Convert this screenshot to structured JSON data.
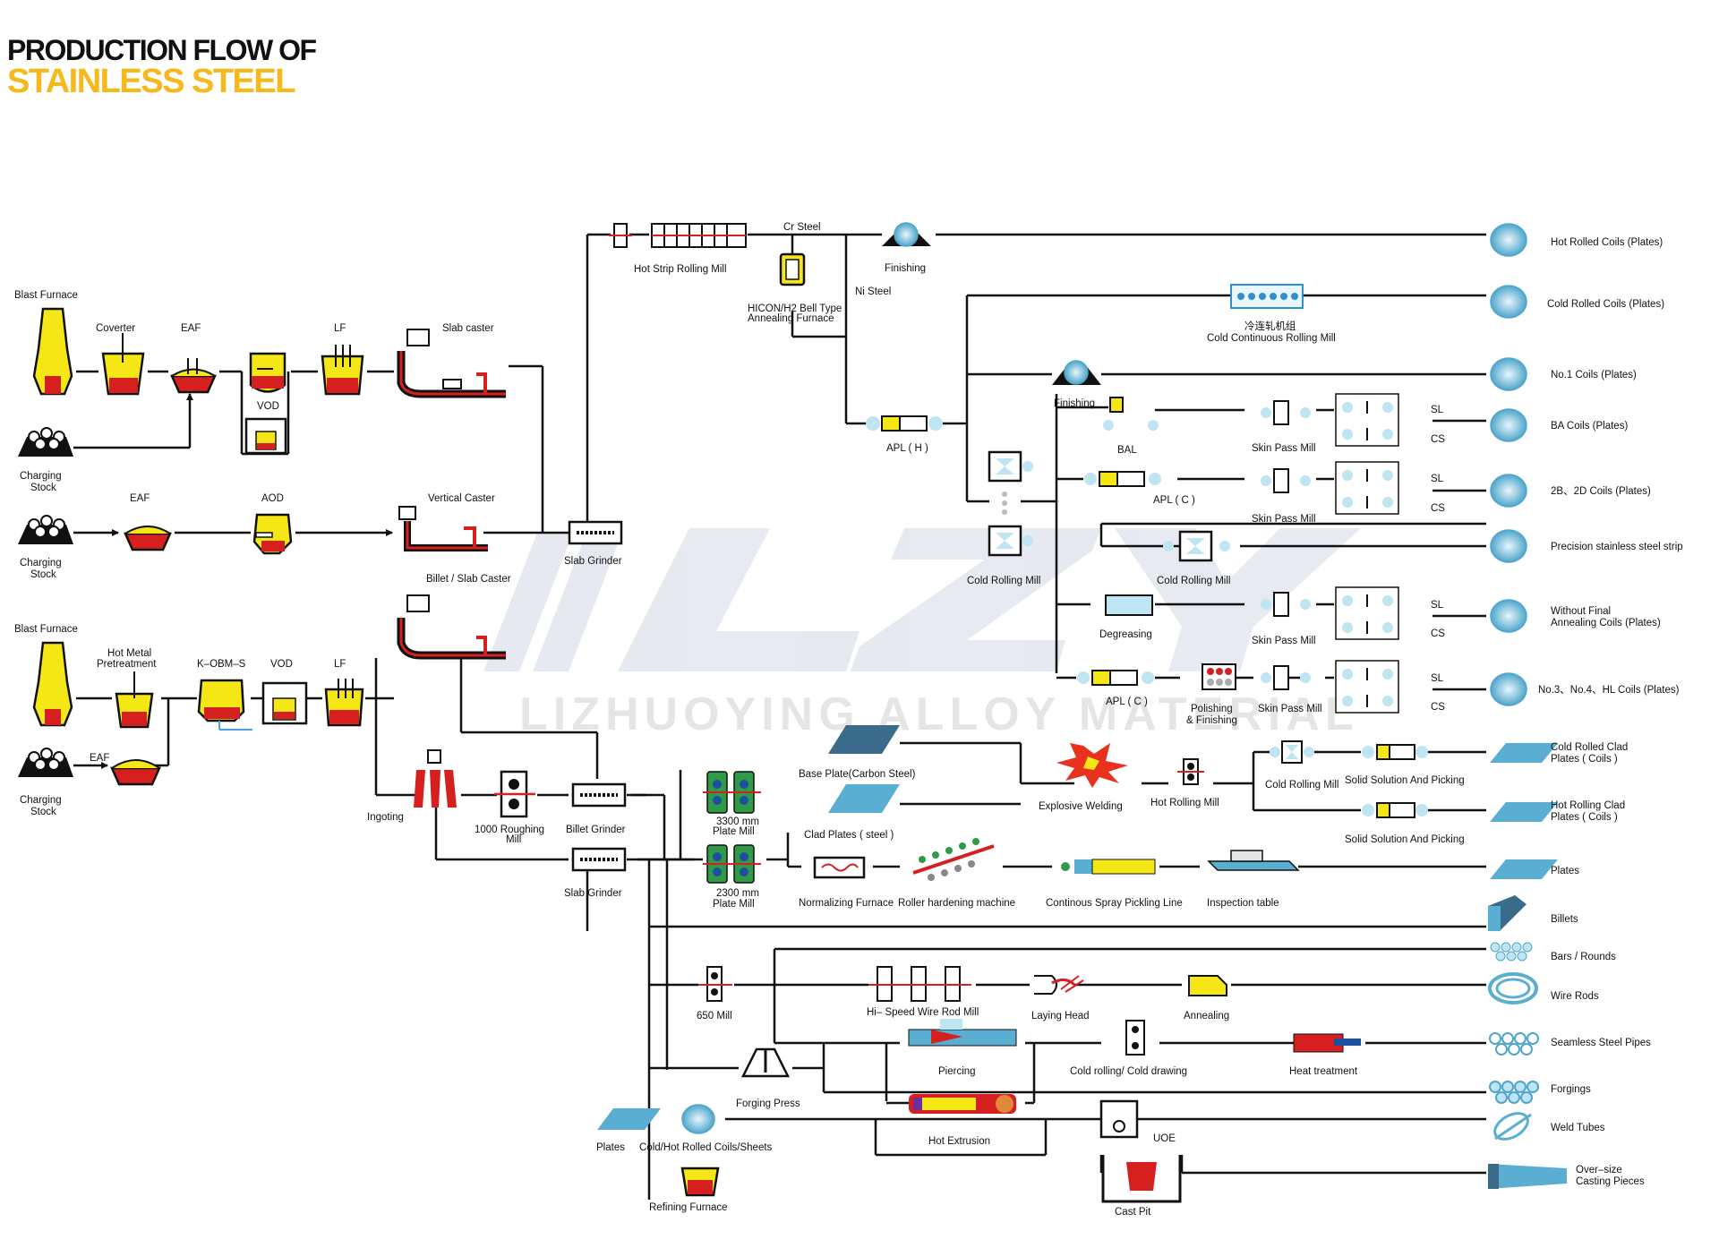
{
  "title": {
    "line1": "PRODUCTION FLOW OF",
    "line2": "STAINLESS STEEL"
  },
  "watermark": {
    "logo": "LZY",
    "text": "LIZHUOYING ALLOY MATERIAL"
  },
  "colors": {
    "yellow": "#f5e616",
    "red": "#d61f1f",
    "blue": "#7ec8e3",
    "product": "#5aaed1",
    "green": "#2f9a47",
    "accent": "#f6b81a"
  },
  "labels": {
    "blast_furnace_1": "Blast Furnace",
    "coverter": "Coverter",
    "eaf_1": "EAF",
    "lf_1": "LF",
    "vod_1": "VOD",
    "slab_caster": "Slab caster",
    "charging_stock_1": "Charging",
    "charging_stock_1b": "Stock",
    "charging_stock_2": "Charging",
    "charging_stock_2b": "Stock",
    "eaf_2": "EAF",
    "aod": "AOD",
    "vertical_caster": "Vertical Caster",
    "billet_slab_caster": "Billet / Slab Caster",
    "blast_furnace_2": "Blast Furnace",
    "hot_metal_1": "Hot Metal",
    "hot_metal_2": "Pretreatment",
    "kobm": "K–OBM–S",
    "vod_2": "VOD",
    "lf_2": "LF",
    "eaf_3": "EAF",
    "charging_stock_3": "Charging",
    "charging_stock_3b": "Stock",
    "ingoting": "Ingoting",
    "roughing_1": "1000 Roughing",
    "roughing_2": "Mill",
    "billet_grinder": "Billet Grinder",
    "slab_grinder_1": "Slab Grinder",
    "slab_grinder_2": "Slab Grinder",
    "hot_strip": "Hot  Strip Rolling Mill",
    "cr_steel": "Cr Steel",
    "ni_steel": "Ni  Steel",
    "hicon_1": "HICON/H2 Bell Type",
    "hicon_2": "Annealing Furnace",
    "finishing_1": "Finishing",
    "cold_cont_cn": "冷连轧机组",
    "cold_cont": "Cold Continuous Rolling Mill",
    "apl_h": "APL ( H )",
    "finishing_2": "Finishing",
    "bal": "BAL",
    "skin_pass_1": "Skin Pass Mill",
    "skin_pass_2": "Skin Pass Mill",
    "skin_pass_3": "Skin Pass Mill",
    "skin_pass_4": "Skin Pass Mill",
    "apl_c_1": "APL ( C )",
    "apl_c_2": "APL ( C )",
    "cold_rolling_1": "Cold Rolling Mill",
    "cold_rolling_2": "Cold Rolling Mill",
    "degreasing": "Degreasing",
    "polishing_1": "Polishing",
    "polishing_2": "& Finishing",
    "sl": "SL",
    "cs": "CS",
    "base_plate": "Base Plate(Carbon Steel)",
    "clad_plates": "Clad Plates ( steel )",
    "explosive": "Explosive Welding",
    "hot_rolling": "Hot Rolling Mill",
    "cold_rolling_3": "Cold Rolling Mill",
    "solid_solution_1": "Solid Solution And Picking",
    "solid_solution_2": "Solid Solution And Picking",
    "plate_mill_3300a": "3300 mm",
    "plate_mill_3300b": "Plate Mill",
    "plate_mill_2300a": "2300 mm",
    "plate_mill_2300b": "Plate Mill",
    "normalizing": "Normalizing Furnace",
    "roller_hardening": "Roller hardening machine",
    "spray_pickling": "Continous Spray Pickling Line",
    "inspection": "Inspection table",
    "mill_650": "650 Mill",
    "wire_rod_mill": "Hi– Speed Wire Rod Mill",
    "laying_head": "Laying Head",
    "annealing": "Annealing",
    "piercing": "Piercing",
    "cold_drawing": "Cold rolling/ Cold drawing",
    "heat_treatment": "Heat treatment",
    "forging_press": "Forging Press",
    "hot_extrusion": "Hot Extrusion",
    "uoe": "UOE",
    "plates_small": "Plates",
    "coils_sheets": "Cold/Hot Rolled  Coils/Sheets",
    "refining": "Refining Furnace",
    "cast_pit": "Cast Pit"
  },
  "products": [
    {
      "a": "Hot Rolled Coils (Plates)",
      "b": ""
    },
    {
      "a": "Cold Rolled Coils (Plates)",
      "b": ""
    },
    {
      "a": "No.1 Coils (Plates)",
      "b": ""
    },
    {
      "a": "BA Coils (Plates)",
      "b": ""
    },
    {
      "a": "2B、2D  Coils (Plates)",
      "b": ""
    },
    {
      "a": "Precision stainless steel strip",
      "b": ""
    },
    {
      "a": "Without Final",
      "b": "Annealing  Coils (Plates)"
    },
    {
      "a": "No.3、No.4、HL Coils (Plates)",
      "b": ""
    },
    {
      "a": "Cold Rolled Clad",
      "b": "Plates ( Coils )"
    },
    {
      "a": "Hot Rolling Clad",
      "b": "Plates ( Coils )"
    },
    {
      "a": "Plates",
      "b": ""
    },
    {
      "a": "Billets",
      "b": ""
    },
    {
      "a": "Bars / Rounds",
      "b": ""
    },
    {
      "a": "Wire Rods",
      "b": ""
    },
    {
      "a": "Seamless Steel Pipes",
      "b": ""
    },
    {
      "a": "Forgings",
      "b": ""
    },
    {
      "a": "Weld Tubes",
      "b": ""
    },
    {
      "a": "Over–size",
      "b": "Casting Pieces"
    }
  ]
}
